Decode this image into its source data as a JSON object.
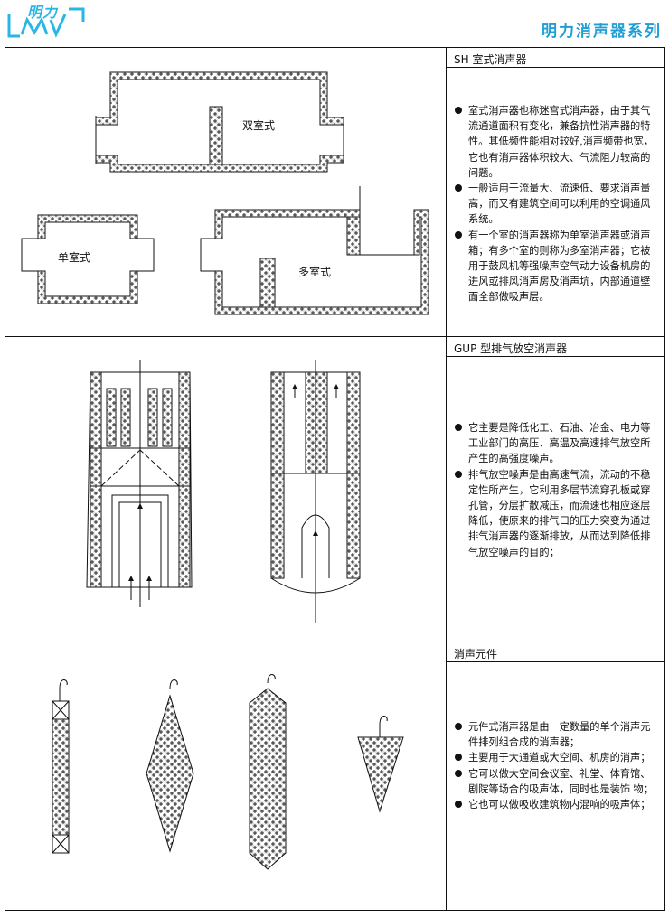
{
  "header": {
    "logo_text": "明力",
    "series_title": "明力消声器系列"
  },
  "sections": [
    {
      "title": "SH 室式消声器",
      "labels": {
        "double": "双室式",
        "single": "单室式",
        "multi": "多室式"
      },
      "bullets": [
        "室式消声器也称迷宫式消声器，由于其气流通道面积有变化，兼备抗性消声器的特性。其低频性能相对较好,消声频带也宽，它也有消声器体积较大、气流阻力较高的问题。",
        "一般适用于流量大、流速低、要求消声量高，而又有建筑空间可以利用的空调通风系统。",
        "有一个室的消声器称为单室消声器或消声箱；有多个室的则称为多室消声器；它被用于鼓风机等强噪声空气动力设备机房的进风或排风消声房及消声坑，内部通道壁面全部做吸声层。"
      ]
    },
    {
      "title": "GUP 型排气放空消声器",
      "bullets": [
        "它主要是降低化工、石油、冶金、电力等工业部门的高压、高温及高速排气放空所产生的高强度噪声。",
        "排气放空噪声是由高速气流，流动的不稳定性所产生，它利用多层节流穿孔板或穿孔管，分层扩散减压，而流速也相应逐层降低，使原来的排气口的压力突变为通过排气消声器的逐渐排放，从而达到降低排气放空噪声的目的；"
      ]
    },
    {
      "title": "消声元件",
      "bullets": [
        "元件式消声器是由一定数量的单个消声元件排列组合成的消声器；",
        "主要用于大通道或大空间、机房的消声；",
        "它可以做大空间会议室、礼堂、体育馆、剧院等场合的吸声体，同时也是装饰 物；",
        "它也可以做吸收建筑物内混响的吸声体；"
      ]
    }
  ],
  "colors": {
    "logo": "#29b6e6",
    "title": "#1f9fd6",
    "line": "#111111"
  }
}
